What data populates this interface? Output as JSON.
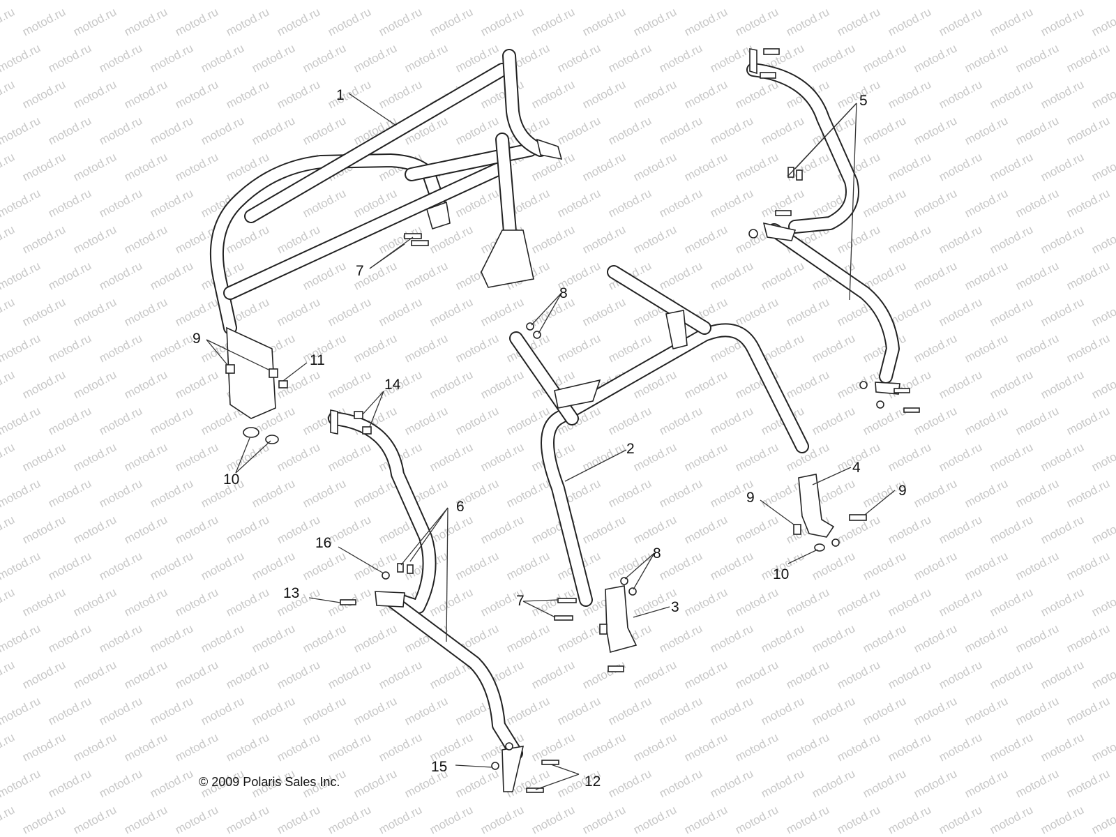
{
  "watermark": "motod.ru",
  "copyright": "© 2009 Polaris Sales Inc.",
  "callouts": {
    "c1": "1",
    "c2": "2",
    "c3": "3",
    "c4": "4",
    "c5": "5",
    "c6": "6",
    "c7a": "7",
    "c7b": "7",
    "c8a": "8",
    "c8b": "8",
    "c9a": "9",
    "c9b": "9",
    "c9c": "9",
    "c10a": "10",
    "c10b": "10",
    "c11": "11",
    "c12": "12",
    "c13": "13",
    "c14": "14",
    "c15": "15",
    "c16": "16"
  },
  "colors": {
    "line": "#222222",
    "watermark": "#c7c7c7",
    "background": "#ffffff"
  }
}
